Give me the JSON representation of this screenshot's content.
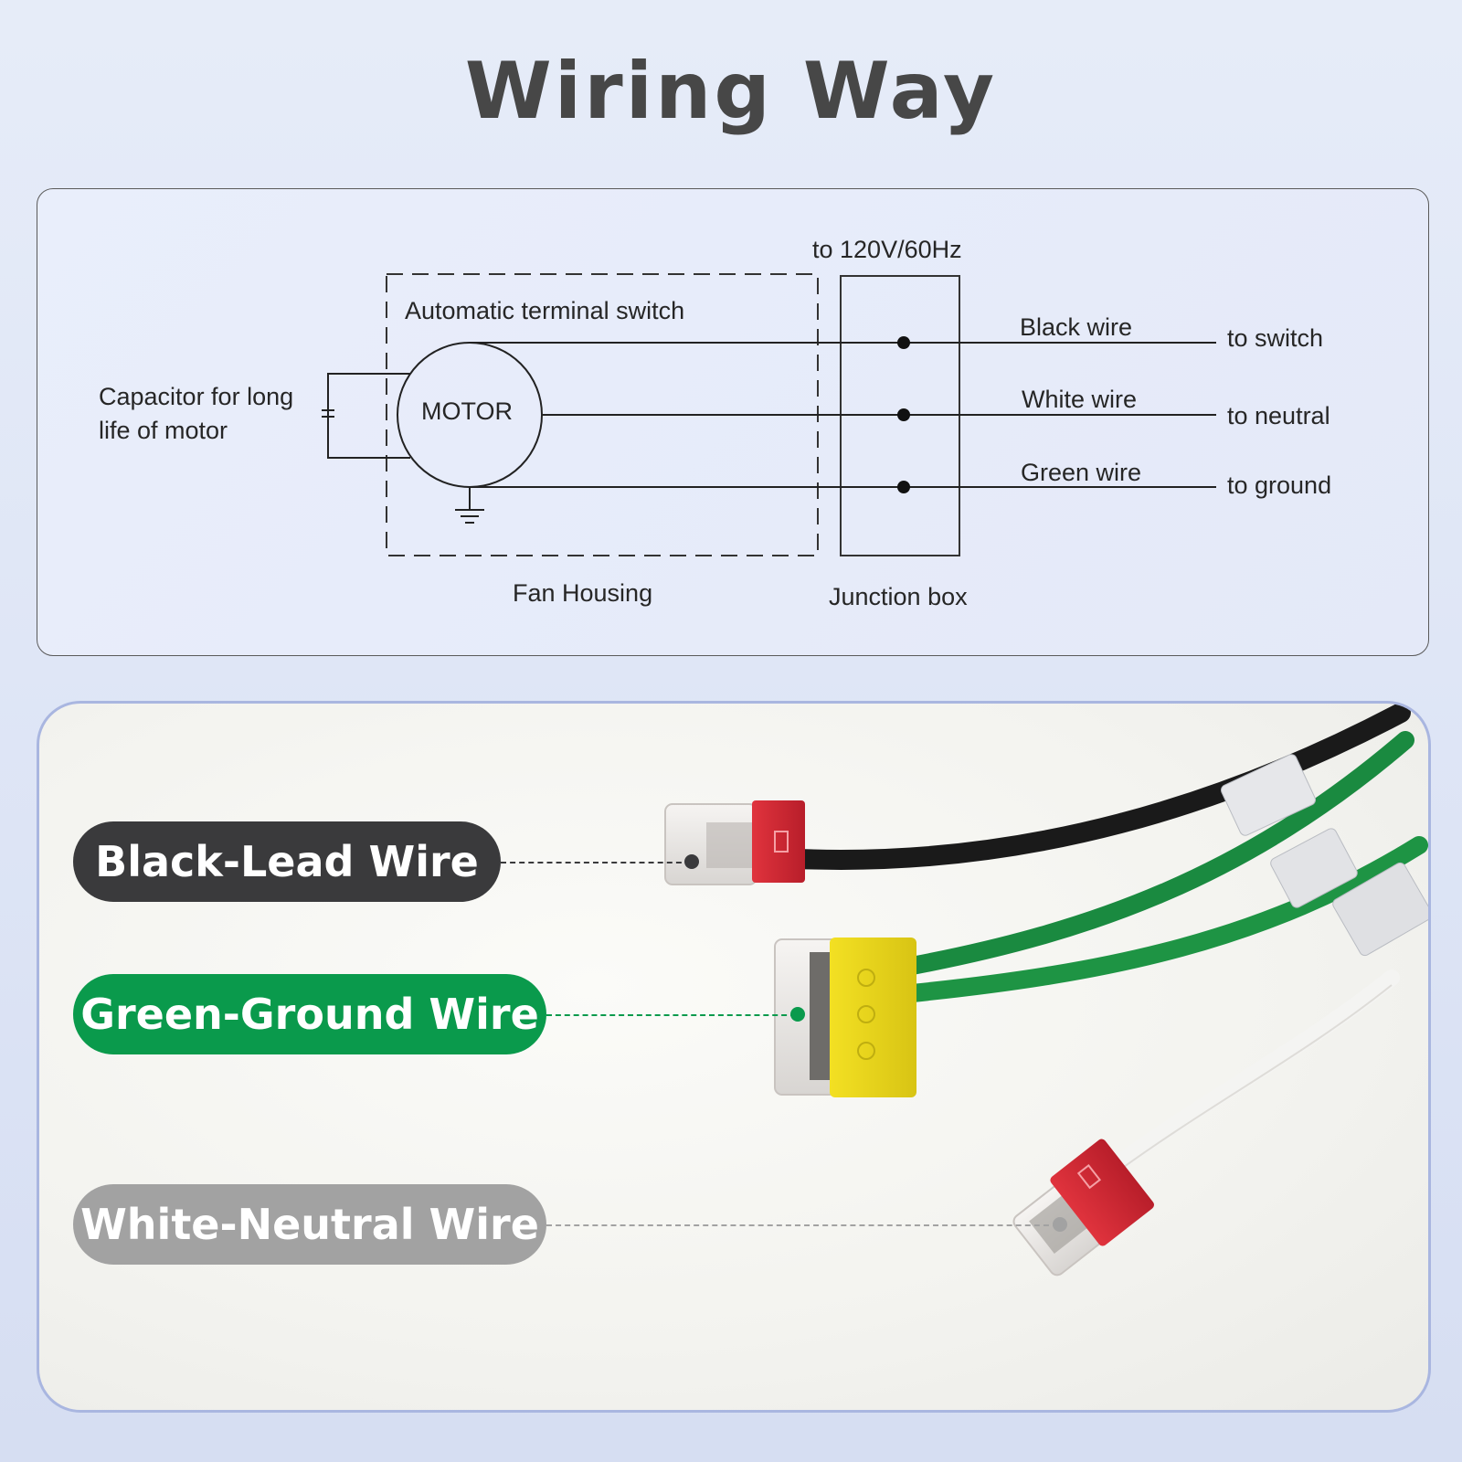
{
  "title": "Wiring Way",
  "diagram": {
    "power_label": "to 120V/60Hz",
    "switch_label": "Automatic terminal switch",
    "capacitor_label_line1": "Capacitor for long",
    "capacitor_label_line2": "life of motor",
    "motor_label": "MOTOR",
    "housing_label": "Fan Housing",
    "junction_label": "Junction box",
    "wires": [
      {
        "name": "Black wire",
        "destination": "to switch"
      },
      {
        "name": "White wire",
        "destination": "to neutral"
      },
      {
        "name": "Green wire",
        "destination": "to ground"
      }
    ]
  },
  "photo": {
    "callouts": [
      {
        "label": "Black-Lead Wire",
        "color": "#3a3a3c"
      },
      {
        "label": "Green-Ground Wire",
        "color": "#0a9a4c"
      },
      {
        "label": "White-Neutral Wire",
        "color": "#a2a2a2"
      }
    ]
  }
}
